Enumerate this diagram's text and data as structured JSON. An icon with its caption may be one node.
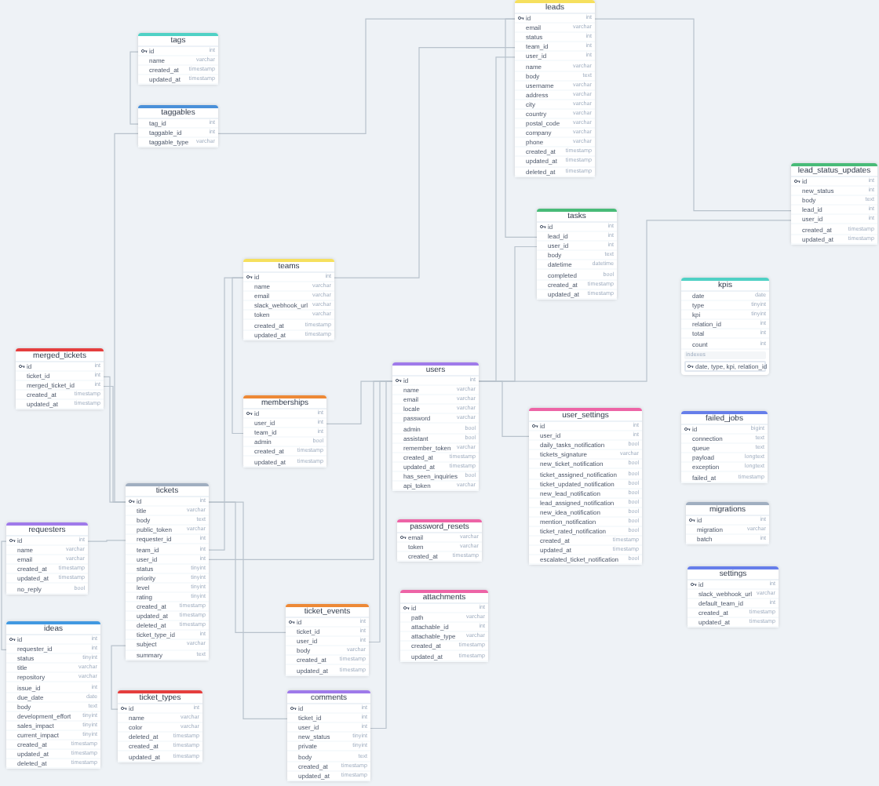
{
  "diagram": {
    "nodes": [
      {
        "text": [
          "tags",
          "id",
          "int",
          "name",
          "varchar",
          "created_at",
          "timestamp",
          "updated_at",
          "timestamp"
        ]
      },
      {
        "text": [
          "taggables",
          "tag_id",
          "int",
          "taggable_id",
          "int",
          "taggable_type",
          "varchar"
        ]
      },
      {
        "text": [
          "leads",
          "id",
          "int",
          "email",
          "varchar",
          "status",
          "int",
          "team_id",
          "int",
          "user_id",
          "int",
          "name",
          "varchar",
          "body",
          "text",
          "username",
          "varchar",
          "address",
          "varchar",
          "city",
          "varchar",
          "country",
          "varchar",
          "postal_code",
          "varchar",
          "company",
          "varchar",
          "phone",
          "varchar",
          "created_at",
          "timestamp",
          "updated_at",
          "timestamp",
          "deleted_at",
          "timestamp"
        ]
      },
      {
        "text": [
          "lead_status_updates",
          "id",
          "int",
          "new_status",
          "int",
          "body",
          "text",
          "lead_id",
          "int",
          "user_id",
          "int",
          "created_at",
          "timestamp",
          "updated_at",
          "timestamp"
        ]
      },
      {
        "text": [
          "tasks",
          "id",
          "int",
          "lead_id",
          "int",
          "user_id",
          "int",
          "body",
          "text",
          "datetime",
          "datetime",
          "completed",
          "bool",
          "created_at",
          "timestamp",
          "updated_at",
          "timestamp"
        ]
      },
      {
        "text": [
          "teams",
          "id",
          "int",
          "name",
          "varchar",
          "email",
          "varchar",
          "slack_webhook_url",
          "varchar",
          "token",
          "varchar",
          "created_at",
          "timestamp",
          "updated_at",
          "timestamp"
        ]
      },
      {
        "text": [
          "kpis",
          "date",
          "date",
          "type",
          "tinyint",
          "kpi",
          "tinyint",
          "relation_id",
          "int",
          "total",
          "int",
          "count",
          "int",
          "indexes",
          "date, type, kpi, relation_id"
        ]
      },
      {
        "text": [
          "merged_tickets",
          "id",
          "int",
          "ticket_id",
          "int",
          "merged_ticket_id",
          "int",
          "created_at",
          "timestamp",
          "updated_at",
          "timestamp"
        ]
      },
      {
        "text": [
          "memberships",
          "id",
          "int",
          "user_id",
          "int",
          "team_id",
          "int",
          "admin",
          "bool",
          "created_at",
          "timestamp",
          "updated_at",
          "timestamp"
        ]
      },
      {
        "text": [
          "users",
          "id",
          "int",
          "name",
          "varchar",
          "email",
          "varchar",
          "locale",
          "varchar",
          "password",
          "varchar",
          "admin",
          "bool",
          "assistant",
          "bool",
          "remember_token",
          "varchar",
          "created_at",
          "timestamp",
          "updated_at",
          "timestamp",
          "has_seen_inquiries",
          "bool",
          "api_token",
          "varchar"
        ]
      },
      {
        "text": [
          "user_settings",
          "id",
          "int",
          "user_id",
          "int",
          "daily_tasks_notification",
          "bool",
          "tickets_signature",
          "varchar",
          "new_ticket_notification",
          "bool",
          "ticket_assigned_notification",
          "bool",
          "ticket_updated_notification",
          "bool",
          "new_lead_notification",
          "bool",
          "lead_assigned_notification",
          "bool",
          "new_idea_notification",
          "bool",
          "mention_notification",
          "bool",
          "ticket_rated_notification",
          "bool",
          "created_at",
          "timestamp",
          "updated_at",
          "timestamp",
          "escalated_ticket_notification",
          "bool"
        ]
      },
      {
        "text": [
          "failed_jobs",
          "id",
          "bigint",
          "connection",
          "text",
          "queue",
          "text",
          "payload",
          "longtext",
          "exception",
          "longtext",
          "failed_at",
          "timestamp"
        ]
      },
      {
        "text": [
          "migrations",
          "id",
          "int",
          "migration",
          "varchar",
          "batch",
          "int"
        ]
      },
      {
        "text": [
          "settings",
          "id",
          "int",
          "slack_webhook_url",
          "varchar",
          "default_team_id",
          "int",
          "created_at",
          "timestamp",
          "updated_at",
          "timestamp"
        ]
      },
      {
        "text": [
          "password_resets",
          "email",
          "varchar",
          "token",
          "varchar",
          "created_at",
          "timestamp"
        ]
      },
      {
        "text": [
          "tickets",
          "id",
          "int",
          "title",
          "varchar",
          "body",
          "text",
          "public_token",
          "varchar",
          "requester_id",
          "int",
          "team_id",
          "int",
          "user_id",
          "int",
          "status",
          "tinyint",
          "priority",
          "tinyint",
          "level",
          "tinyint",
          "rating",
          "tinyint",
          "created_at",
          "timestamp",
          "updated_at",
          "timestamp",
          "deleted_at",
          "timestamp",
          "ticket_type_id",
          "int",
          "subject",
          "varchar",
          "summary",
          "text"
        ]
      },
      {
        "text": [
          "requesters",
          "id",
          "int",
          "name",
          "varchar",
          "email",
          "varchar",
          "created_at",
          "timestamp",
          "updated_at",
          "timestamp",
          "no_reply",
          "bool"
        ]
      },
      {
        "text": [
          "ideas",
          "id",
          "int",
          "requester_id",
          "int",
          "status",
          "tinyint",
          "title",
          "varchar",
          "repository",
          "varchar",
          "issue_id",
          "int",
          "due_date",
          "date",
          "body",
          "text",
          "development_effort",
          "tinyint",
          "sales_impact",
          "tinyint",
          "current_impact",
          "tinyint",
          "created_at",
          "timestamp",
          "updated_at",
          "timestamp",
          "deleted_at",
          "timestamp"
        ]
      },
      {
        "text": [
          "ticket_types",
          "id",
          "int",
          "name",
          "varchar",
          "color",
          "varchar",
          "deleted_at",
          "timestamp",
          "created_at",
          "timestamp",
          "updated_at",
          "timestamp"
        ]
      },
      {
        "text": [
          "ticket_events",
          "id",
          "int",
          "ticket_id",
          "int",
          "user_id",
          "int",
          "body",
          "varchar",
          "created_at",
          "timestamp",
          "updated_at",
          "timestamp"
        ]
      },
      {
        "text": [
          "attachments",
          "id",
          "int",
          "path",
          "varchar",
          "attachable_id",
          "int",
          "attachable_type",
          "varchar",
          "created_at",
          "timestamp",
          "updated_at",
          "timestamp"
        ]
      },
      {
        "text": [
          "comments",
          "id",
          "int",
          "ticket_id",
          "int",
          "user_id",
          "int",
          "new_status",
          "tinyint",
          "private",
          "tinyint",
          "body",
          "text",
          "created_at",
          "timestamp",
          "updated_at",
          "timestamp"
        ]
      }
    ],
    "edges": [
      {
        "from": 0,
        "to": 1,
        "arrow": "none"
      },
      {
        "from": 2,
        "to": 1,
        "arrow": "none"
      },
      {
        "from": 15,
        "to": 1,
        "arrow": "none"
      },
      {
        "from": 5,
        "to": 2,
        "arrow": "none"
      },
      {
        "from": 2,
        "to": 4,
        "arrow": "none"
      },
      {
        "from": 9,
        "to": 4,
        "arrow": "none"
      },
      {
        "from": 2,
        "to": 3,
        "arrow": "none"
      },
      {
        "from": 9,
        "to": 3,
        "arrow": "none"
      },
      {
        "from": 9,
        "to": 2,
        "arrow": "none"
      },
      {
        "from": 5,
        "to": 8,
        "arrow": "none"
      },
      {
        "from": 9,
        "to": 8,
        "arrow": "none"
      },
      {
        "from": 9,
        "to": 10,
        "arrow": "none"
      },
      {
        "from": 15,
        "to": 7,
        "arrow": "none"
      },
      {
        "from": 15,
        "to": 7,
        "arrow": "none"
      },
      {
        "from": 16,
        "to": 15,
        "arrow": "none"
      },
      {
        "from": 5,
        "to": 15,
        "arrow": "none"
      },
      {
        "from": 9,
        "to": 15,
        "arrow": "none"
      },
      {
        "from": 18,
        "to": 15,
        "arrow": "none"
      },
      {
        "from": 15,
        "to": 19,
        "arrow": "none"
      },
      {
        "from": 9,
        "to": 19,
        "arrow": "none"
      },
      {
        "from": 15,
        "to": 21,
        "arrow": "none"
      },
      {
        "from": 9,
        "to": 21,
        "arrow": "none"
      },
      {
        "from": 16,
        "to": 17,
        "arrow": "none"
      }
    ]
  }
}
